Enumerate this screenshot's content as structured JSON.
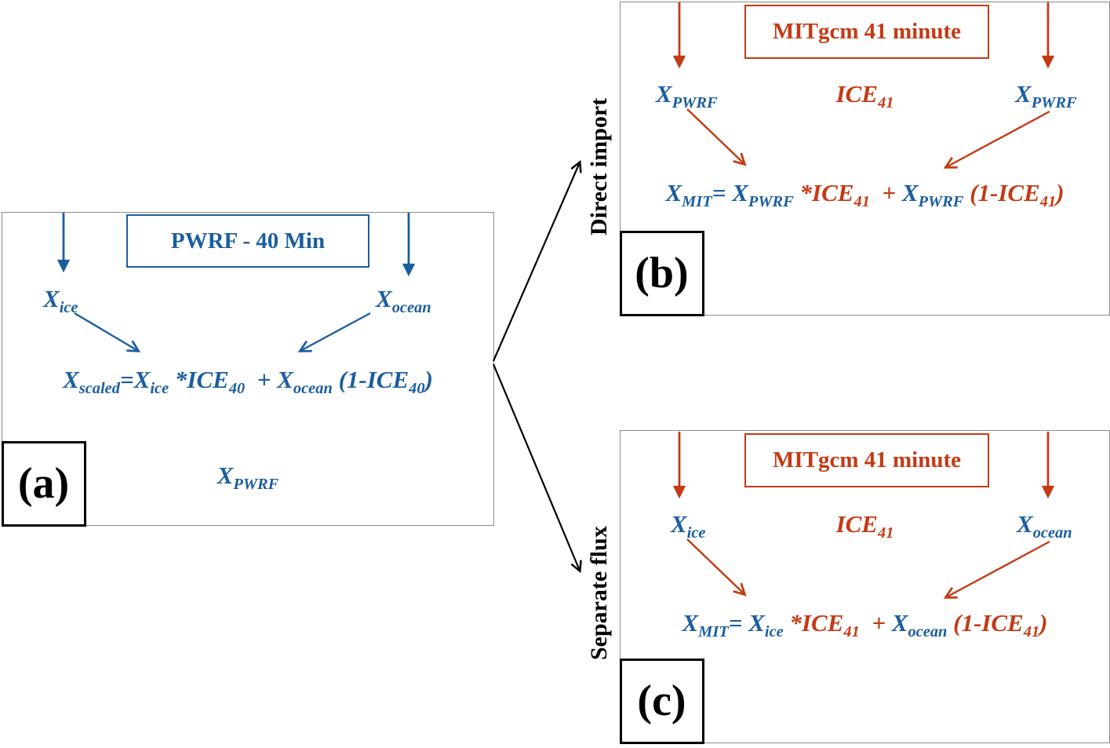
{
  "colors": {
    "blue": "#1b5ea0",
    "red": "#c43a14",
    "black": "#000000",
    "panel_border": "#8a8a8a"
  },
  "panel_a": {
    "title": "PWRF - 40 Min",
    "label": "(a)",
    "var_left": [
      {
        "t": "X"
      },
      {
        "t": "ice",
        "sub": true
      }
    ],
    "var_right": [
      {
        "t": "X"
      },
      {
        "t": "ocean",
        "sub": true
      }
    ],
    "formula": [
      {
        "t": "X"
      },
      {
        "t": "scaled",
        "sub": true
      },
      {
        "t": "="
      },
      {
        "t": "X"
      },
      {
        "t": "ice",
        "sub": true
      },
      {
        "t": " *ICE"
      },
      {
        "t": "40",
        "sub": true
      },
      {
        "t": "  + "
      },
      {
        "t": "X"
      },
      {
        "t": "ocean",
        "sub": true
      },
      {
        "t": " (1-ICE"
      },
      {
        "t": "40",
        "sub": true
      },
      {
        "t": ")"
      }
    ],
    "bottom_var": [
      {
        "t": "X"
      },
      {
        "t": "PWRF",
        "sub": true
      }
    ]
  },
  "panel_b": {
    "title": "MITgcm 41 minute",
    "label": "(b)",
    "side_label": "Direct import",
    "var_left": [
      {
        "t": "X",
        "c": "blue"
      },
      {
        "t": "PWRF",
        "sub": true,
        "c": "blue"
      }
    ],
    "var_mid": [
      {
        "t": "ICE",
        "c": "red"
      },
      {
        "t": "41",
        "sub": true,
        "c": "red"
      }
    ],
    "var_right": [
      {
        "t": "X",
        "c": "blue"
      },
      {
        "t": "PWRF",
        "sub": true,
        "c": "blue"
      }
    ],
    "formula": [
      {
        "t": "X",
        "c": "blue"
      },
      {
        "t": "MIT",
        "sub": true,
        "c": "blue"
      },
      {
        "t": "= ",
        "c": "blue"
      },
      {
        "t": "X",
        "c": "blue"
      },
      {
        "t": "PWRF",
        "sub": true,
        "c": "blue"
      },
      {
        "t": " *ICE",
        "c": "red"
      },
      {
        "t": "41",
        "sub": true,
        "c": "red"
      },
      {
        "t": "  + ",
        "c": "red"
      },
      {
        "t": "X",
        "c": "blue"
      },
      {
        "t": "PWRF",
        "sub": true,
        "c": "blue"
      },
      {
        "t": " (1-ICE",
        "c": "red"
      },
      {
        "t": "41",
        "sub": true,
        "c": "red"
      },
      {
        "t": ")",
        "c": "red"
      }
    ]
  },
  "panel_c": {
    "title": "MITgcm 41 minute",
    "label": "(c)",
    "side_label": "Separate flux",
    "var_left": [
      {
        "t": "X",
        "c": "blue"
      },
      {
        "t": "ice",
        "sub": true,
        "c": "blue"
      }
    ],
    "var_mid": [
      {
        "t": "ICE",
        "c": "red"
      },
      {
        "t": "41",
        "sub": true,
        "c": "red"
      }
    ],
    "var_right": [
      {
        "t": "X",
        "c": "blue"
      },
      {
        "t": "ocean",
        "sub": true,
        "c": "blue"
      }
    ],
    "formula": [
      {
        "t": "X",
        "c": "blue"
      },
      {
        "t": "MIT",
        "sub": true,
        "c": "blue"
      },
      {
        "t": "= ",
        "c": "blue"
      },
      {
        "t": "X",
        "c": "blue"
      },
      {
        "t": "ice",
        "sub": true,
        "c": "blue"
      },
      {
        "t": " *ICE",
        "c": "red"
      },
      {
        "t": "41",
        "sub": true,
        "c": "red"
      },
      {
        "t": "  + ",
        "c": "red"
      },
      {
        "t": "X",
        "c": "blue"
      },
      {
        "t": "ocean",
        "sub": true,
        "c": "blue"
      },
      {
        "t": " (1-ICE",
        "c": "red"
      },
      {
        "t": "41",
        "sub": true,
        "c": "red"
      },
      {
        "t": ")",
        "c": "red"
      }
    ]
  }
}
